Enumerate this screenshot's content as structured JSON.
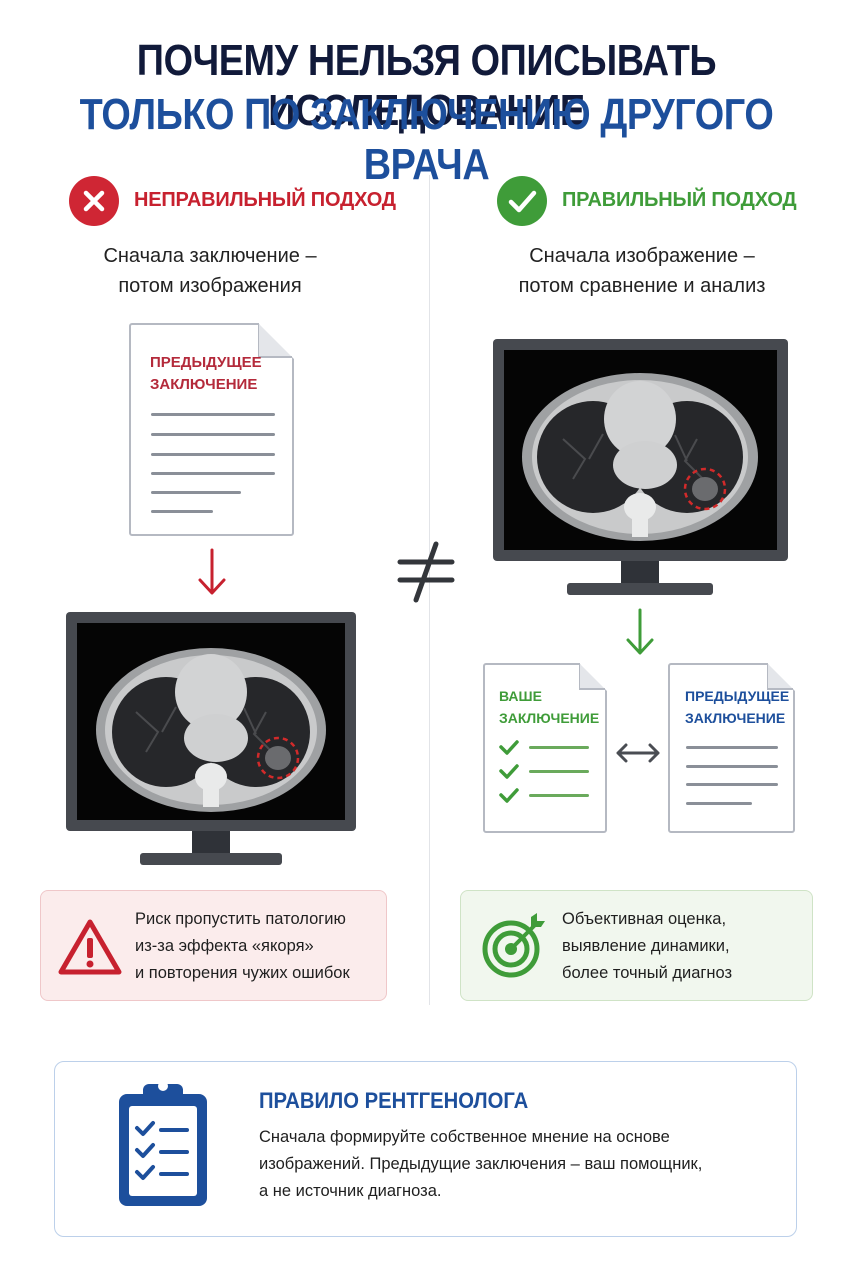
{
  "title": {
    "line1": "ПОЧЕМУ НЕЛЬЗЯ ОПИСЫВАТЬ ИССЛЕДОВАНИЕ",
    "line2": "ТОЛЬКО ПО ЗАКЛЮЧЕНИЮ ДРУГОГО ВРАЧА"
  },
  "wrong": {
    "heading": "НЕПРАВИЛЬНЫЙ ПОДХОД",
    "subtitle_line1": "Сначала заключение –",
    "subtitle_line2": "потом изображения",
    "document_title_line1": "ПРЕДЫДУЩЕЕ",
    "document_title_line2": "ЗАКЛЮЧЕНИЕ",
    "note_line1": "Риск пропустить патологию",
    "note_line2": "из-за эффекта «якоря»",
    "note_line3": "и повторения чужих ошибок",
    "icons": [
      "close-icon",
      "arrow-down-icon",
      "monitor-ct-scan",
      "warning-icon"
    ],
    "color": "#cf2634"
  },
  "right": {
    "heading": "ПРАВИЛЬНЫЙ ПОДХОД",
    "subtitle_line1": "Сначала изображение –",
    "subtitle_line2": "потом сравнение и анализ",
    "your_doc_title_line1": "ВАШЕ",
    "your_doc_title_line2": "ЗАКЛЮЧЕНИЕ",
    "prev_doc_title_line1": "ПРЕДЫДУЩЕЕ",
    "prev_doc_title_line2": "ЗАКЛЮЧЕНИЕ",
    "note_line1": "Объективная оценка,",
    "note_line2": "выявление динамики,",
    "note_line3": "более точный диагноз",
    "icons": [
      "check-icon",
      "monitor-ct-scan",
      "arrow-down-icon",
      "compare-arrows-icon",
      "target-icon"
    ],
    "color": "#3f9c39"
  },
  "not_equal_symbol": "≠",
  "rule": {
    "title": "ПРАВИЛО РЕНТГЕНОЛОГА",
    "text_line1": "Сначала формируйте собственное мнение на основе",
    "text_line2": "изображений. Предыдущие заключения – ваш помощник,",
    "text_line3": "а не источник диагноза.",
    "icon": "clipboard-checklist-icon",
    "color": "#1d4f9c"
  }
}
